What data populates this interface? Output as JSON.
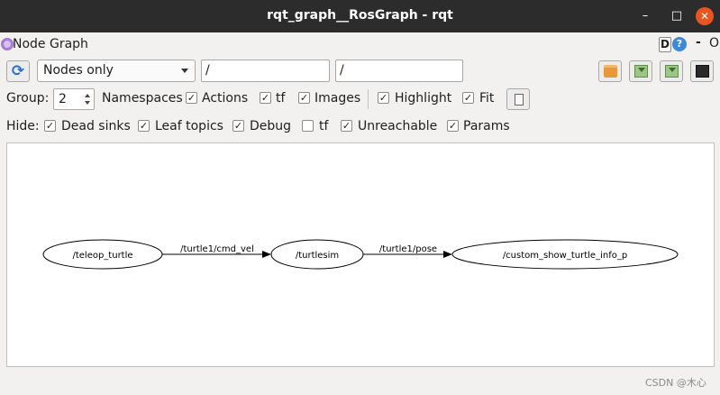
{
  "window": {
    "title": "rqt_graph__RosGraph - rqt",
    "minimize_glyph": "–",
    "maximize_glyph": "□",
    "close_glyph": "✕"
  },
  "plugin": {
    "title": "Node Graph",
    "d_label": "D",
    "help_label": "?",
    "dash_label": "-",
    "o_label": "O"
  },
  "toolbar": {
    "refresh_glyph": "⟳",
    "mode_selected": "Nodes only",
    "node_filter": "/",
    "topic_filter": "/",
    "icons": [
      "folder-open-icon",
      "save-dot-icon",
      "save-svg-icon",
      "screenshot-icon"
    ]
  },
  "options": {
    "group_label": "Group:",
    "group_value": "2",
    "namespaces_label": "Namespaces",
    "actions_label": "Actions",
    "tf_label": "tf",
    "images_label": "Images",
    "highlight_label": "Highlight",
    "fit_label": "Fit"
  },
  "hide": {
    "hide_label": "Hide:",
    "dead_sinks_label": "Dead sinks",
    "leaf_topics_label": "Leaf topics",
    "debug_label": "Debug",
    "tf_label": "tf",
    "unreachable_label": "Unreachable",
    "params_label": "Params"
  },
  "checkbox_states": {
    "namespaces": true,
    "actions": true,
    "tf": true,
    "images": true,
    "highlight": true,
    "fit": true,
    "dead_sinks": true,
    "leaf_topics": true,
    "debug": true,
    "hide_tf": false,
    "unreachable": true,
    "params": true
  },
  "graph": {
    "nodes": [
      "/teleop_turtle",
      "/turtlesim",
      "/custom_show_turtle_info_p"
    ],
    "edges": [
      "/turtle1/cmd_vel",
      "/turtle1/pose"
    ]
  },
  "watermark": "CSDN @木心",
  "check_glyph": "✓"
}
